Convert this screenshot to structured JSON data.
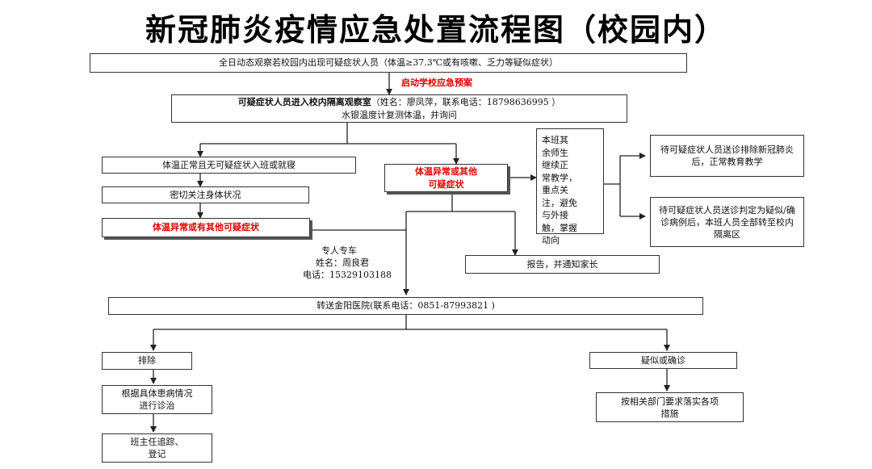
{
  "title": "新冠肺炎疫情应急处置流程图（校园内）",
  "colors": {
    "alert_text": "#e00000",
    "line": "#222222"
  },
  "nodes": {
    "detect": "全日动态观察若校园内出现可疑症状人员（体温≥37.3℃或有咳嗽、乏力等疑似症状）",
    "activate_plan": "启动学校应急预案",
    "isolation_main": "可疑症状人员进入校内隔离观察室",
    "isolation_contact": "（姓名：廖凤萍，联系电话：18798636995 ）",
    "isolation_line2": "水银温度计复测体温，并询问",
    "normal_temp": "体温正常且无可疑症状入班或就寝",
    "monitor": "密切关注身体状况",
    "abnormal_left": "体温异常或有其他可疑症状",
    "abnormal_center_l1": "体温异常或其他",
    "abnormal_center_l2": "可疑症状",
    "class_actions": [
      "本班其",
      "余师生",
      "继续正",
      "常教学，",
      "重点关",
      "注，避免",
      "与外接",
      "触，掌握",
      "动向"
    ],
    "excluded_resume": "待可疑症状人员送诊排除新冠肺炎后，正常教育教学",
    "suspected_transfer": "待可疑症状人员送诊判定为疑似/确诊病例后，本班人员全部转至校内隔离区",
    "report": "报告，并通知家长",
    "car_l1": "专人专车",
    "car_l2": "姓名：周良君",
    "car_l3": "电话：15329103188",
    "hospital": "转送金阳医院(联系电话：0851-87993821 )",
    "exclude": "排除",
    "treat": "根据具体患病情况进行诊治",
    "follow_up": "班主任追踪、登记",
    "suspected": "疑似或确诊",
    "measures": "按相关部门要求落实各项措施"
  }
}
